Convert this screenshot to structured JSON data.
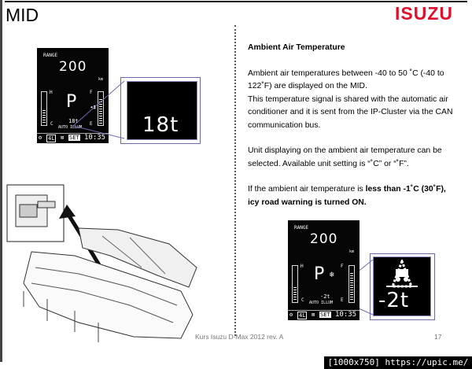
{
  "page": {
    "title": "MID",
    "logo_text": "ISUZU",
    "footer": "Kurs Isuzu D-Max 2012 rev. A",
    "page_number": "17"
  },
  "text": {
    "heading": "Ambient Air Temperature",
    "p1_l1": "Ambient air temperatures between -40 to 50 ˚C (-40 to",
    "p1_l2": "122˚F) are displayed on the MID.",
    "p1_l3": "This temperature signal is shared with the automatic air",
    "p1_l4": "conditioner and it is sent from the IP-Cluster via the CAN",
    "p1_l5": "communication bus.",
    "p2_l1": "Unit displaying on the ambient air temperature can be",
    "p2_l2": "selected. Available unit setting is “˚C” or “˚F”.",
    "p3_pre": "If the ambient air temperature is ",
    "p3_bold1": "less than -1˚C (30˚F),",
    "p3_bold2": "icy road warning is turned ON."
  },
  "display_top": {
    "range_label": "RANGE",
    "range_value": "200",
    "unit": "km",
    "gear": "P",
    "hot": "H",
    "cold": "C",
    "full": "F",
    "empty": "E",
    "temp": "18t",
    "auto_illum": "AUTO ILLUM",
    "mode": "4L",
    "set": "SET",
    "time": "10:35",
    "zoom_temp": "18t"
  },
  "display_bottom": {
    "range_label": "RANGE",
    "range_value": "200",
    "unit": "km",
    "gear": "P",
    "hot": "H",
    "cold": "C",
    "full": "F",
    "empty": "E",
    "temp": "-2t",
    "auto_illum": "AUTO ILLUM",
    "mode": "4L",
    "set": "SET",
    "time": "10:35",
    "zoom_temp": "-2t"
  },
  "watermark": "[1000x750] https://upic.me/",
  "colors": {
    "logo_red": "#e0102a",
    "frame_blue": "#6a6ab0"
  }
}
